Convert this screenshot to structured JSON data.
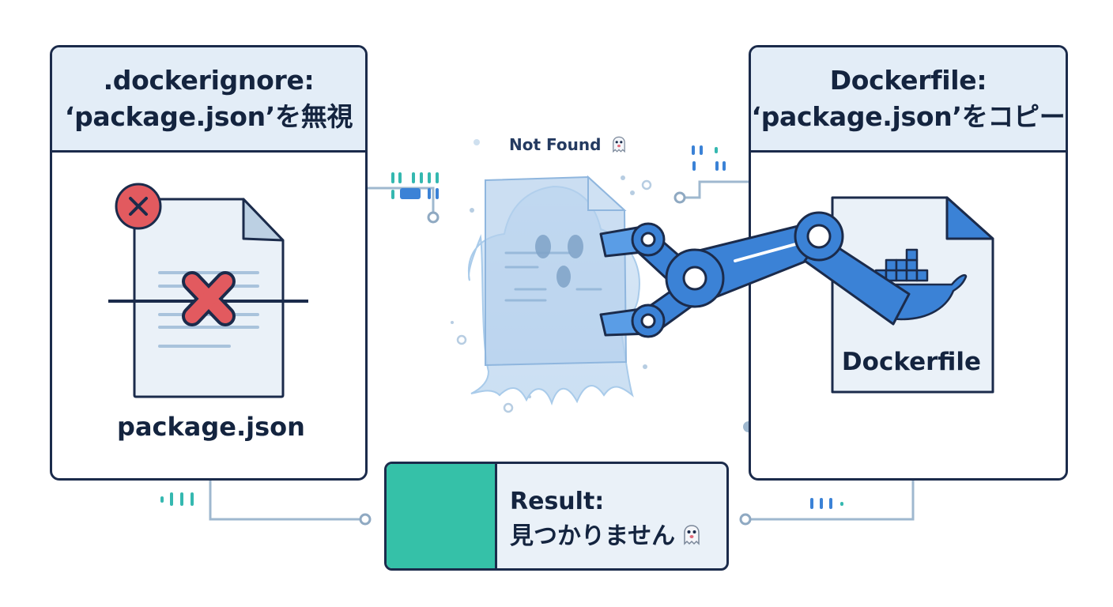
{
  "left_panel": {
    "title_line1": ".dockerignore:",
    "title_line2": "‘package.json’を無視",
    "file_label": "package.json"
  },
  "right_panel": {
    "title_line1": "Dockerfile:",
    "title_line2": "‘package.json’をコピー",
    "file_label": "Dockerfile"
  },
  "middle": {
    "status_label": "Not Found"
  },
  "result": {
    "line1": "Result:",
    "line2": "見つかりません"
  },
  "colors": {
    "outline": "#1b2b4b",
    "header_bg": "#e3edf7",
    "error_red": "#e25a5f",
    "robot_blue": "#3b82d6",
    "ghost_blue": "#a9cbea",
    "result_teal": "#35c1a8",
    "connector_gray": "#9fb8cf"
  },
  "icons": [
    "error-badge-icon",
    "ignored-file-icon",
    "ghost-file-icon",
    "robot-arm-icon",
    "docker-whale-icon",
    "ghost-emoji-icon",
    "ghost-question-icon"
  ]
}
